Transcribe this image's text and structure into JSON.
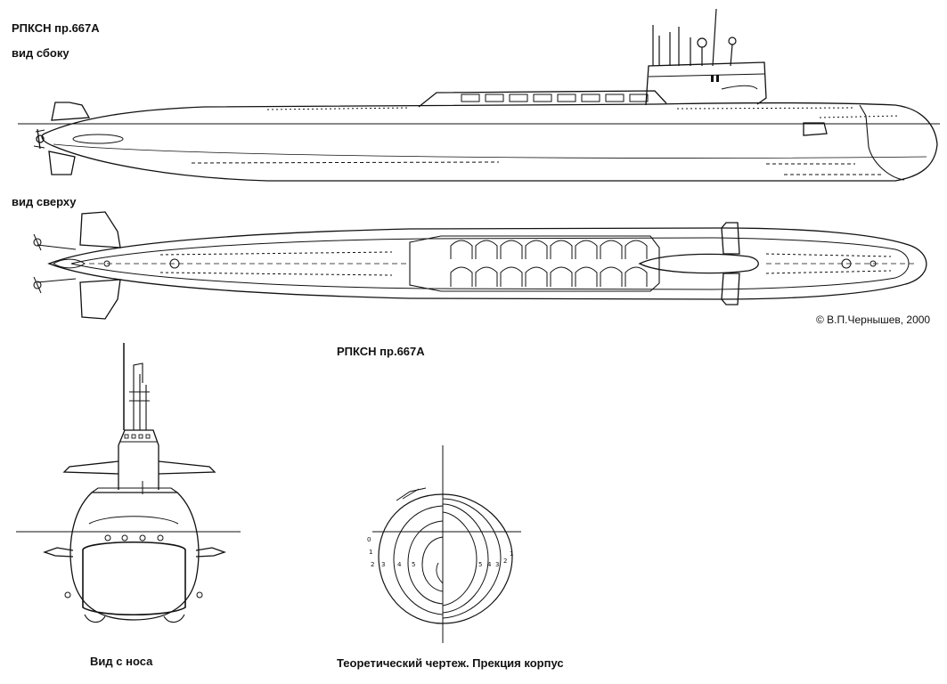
{
  "titles": {
    "top": "РПКСН пр.667А",
    "side_view": "вид сбоку",
    "top_view": "вид сверху",
    "middle": "РПКСН пр.667А",
    "bow_view": "Вид с носа",
    "lines_drawing": "Теоретический чертеж. Прекция корпус"
  },
  "copyright": "© В.П.Чернышев, 2000",
  "station_marks_left": [
    "0",
    "1",
    "2",
    "3",
    "4",
    "5"
  ],
  "station_marks_right": [
    "5",
    "4",
    "3",
    "2",
    "1"
  ],
  "colors": {
    "ink": "#111111",
    "paper": "#ffffff"
  }
}
